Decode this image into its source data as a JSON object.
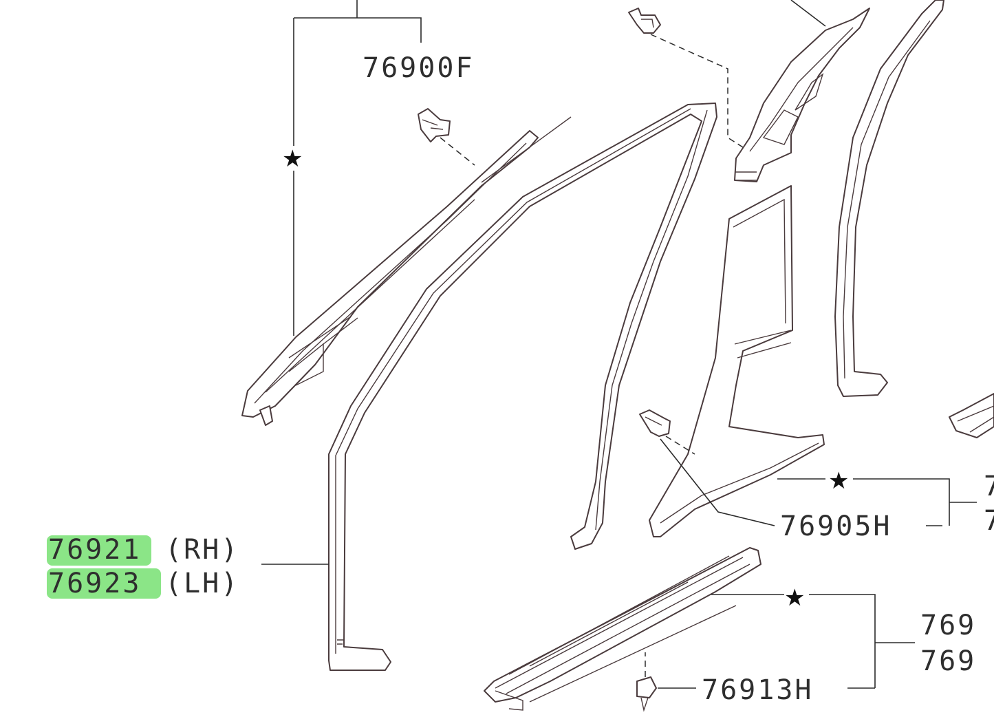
{
  "labels": {
    "part_76900F": "76900F",
    "part_76921": "76921",
    "suffix_rh": "(RH)",
    "part_76923": "76923",
    "suffix_lh": "(LH)",
    "part_76905H": "76905H",
    "part_76913H": "76913H",
    "partial_right_1": "7",
    "partial_right_2": "7",
    "partial_right_3": "769",
    "partial_right_4": "769"
  },
  "symbols": {
    "star": "★"
  },
  "colors": {
    "highlight": "#7ee27a",
    "line": "#4a3b3d",
    "text": "#2e2e2e"
  }
}
